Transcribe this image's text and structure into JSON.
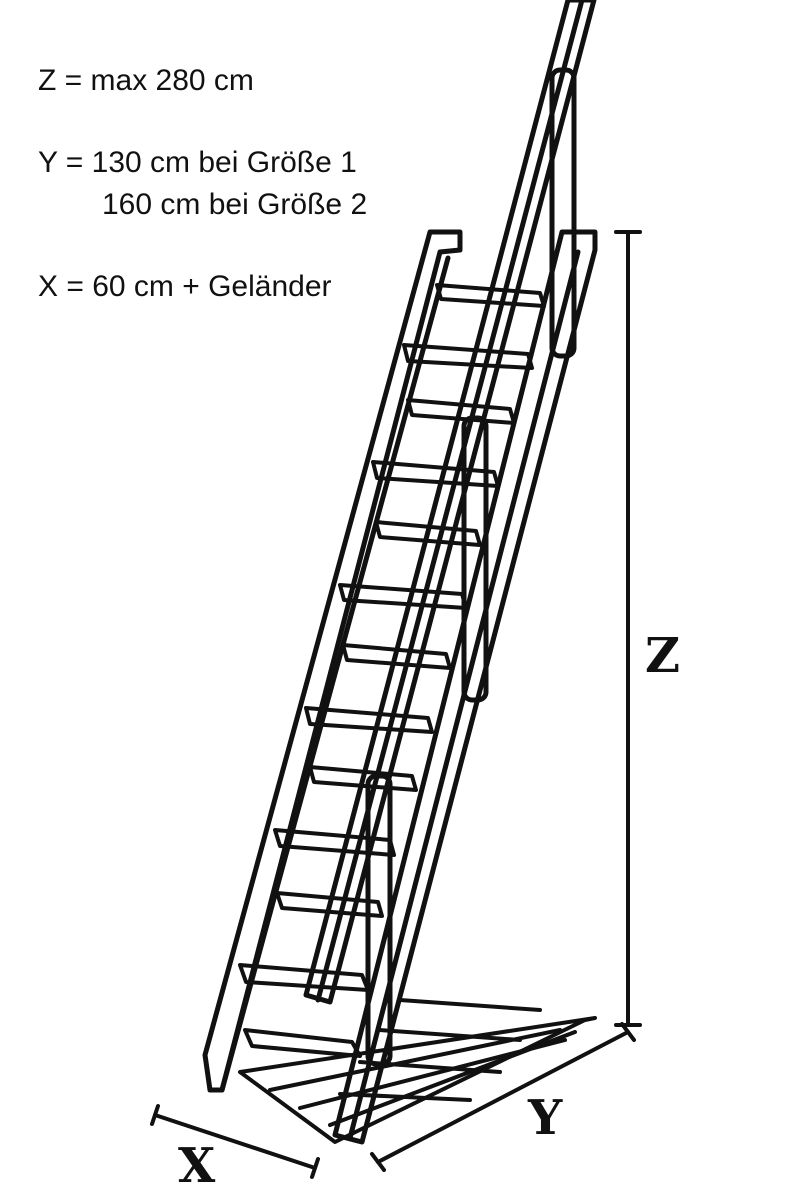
{
  "specs": {
    "z": "Z = max 280 cm",
    "y_line1": "Y = 130 cm bei Größe 1",
    "y_line2": "160 cm bei Größe 2",
    "x": "X = 60 cm + Geländer"
  },
  "dimension_labels": {
    "z": "Z",
    "y": "Y",
    "x": "X"
  },
  "colors": {
    "line": "#111111",
    "background": "#ffffff"
  }
}
